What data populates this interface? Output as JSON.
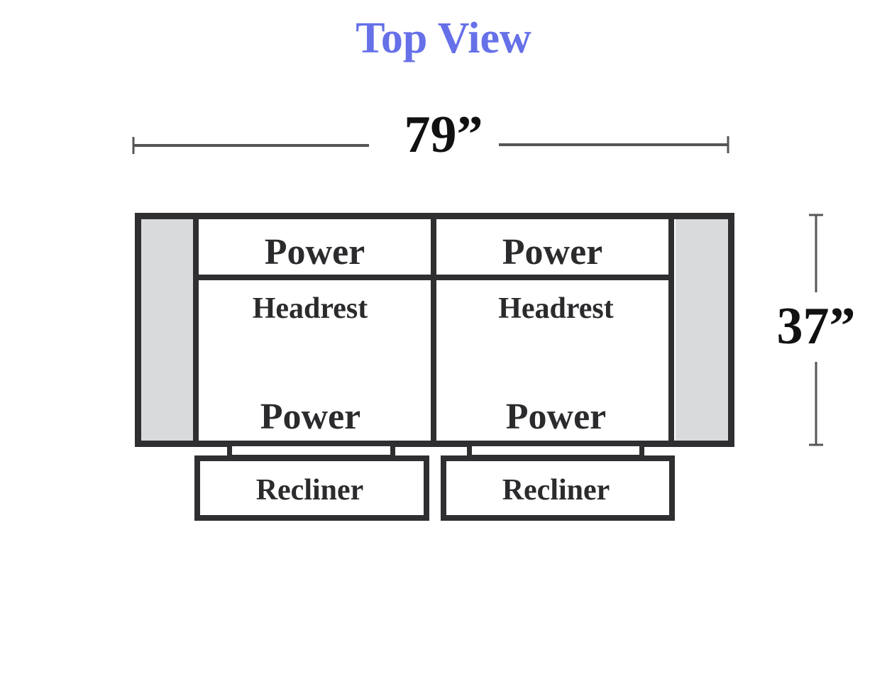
{
  "title": "Top View",
  "dimensions": {
    "width_label": "79”",
    "depth_label": "37”"
  },
  "seats": [
    {
      "top_label": "Power",
      "headrest_label": "Headrest",
      "bottom_label": "Power",
      "recliner_label": "Recliner"
    },
    {
      "top_label": "Power",
      "headrest_label": "Headrest",
      "bottom_label": "Power",
      "recliner_label": "Recliner"
    }
  ],
  "colors": {
    "title": "#6670e8",
    "outline": "#2f2f31",
    "arm_fill": "#d9dadc",
    "text": "#2b2b2e"
  }
}
